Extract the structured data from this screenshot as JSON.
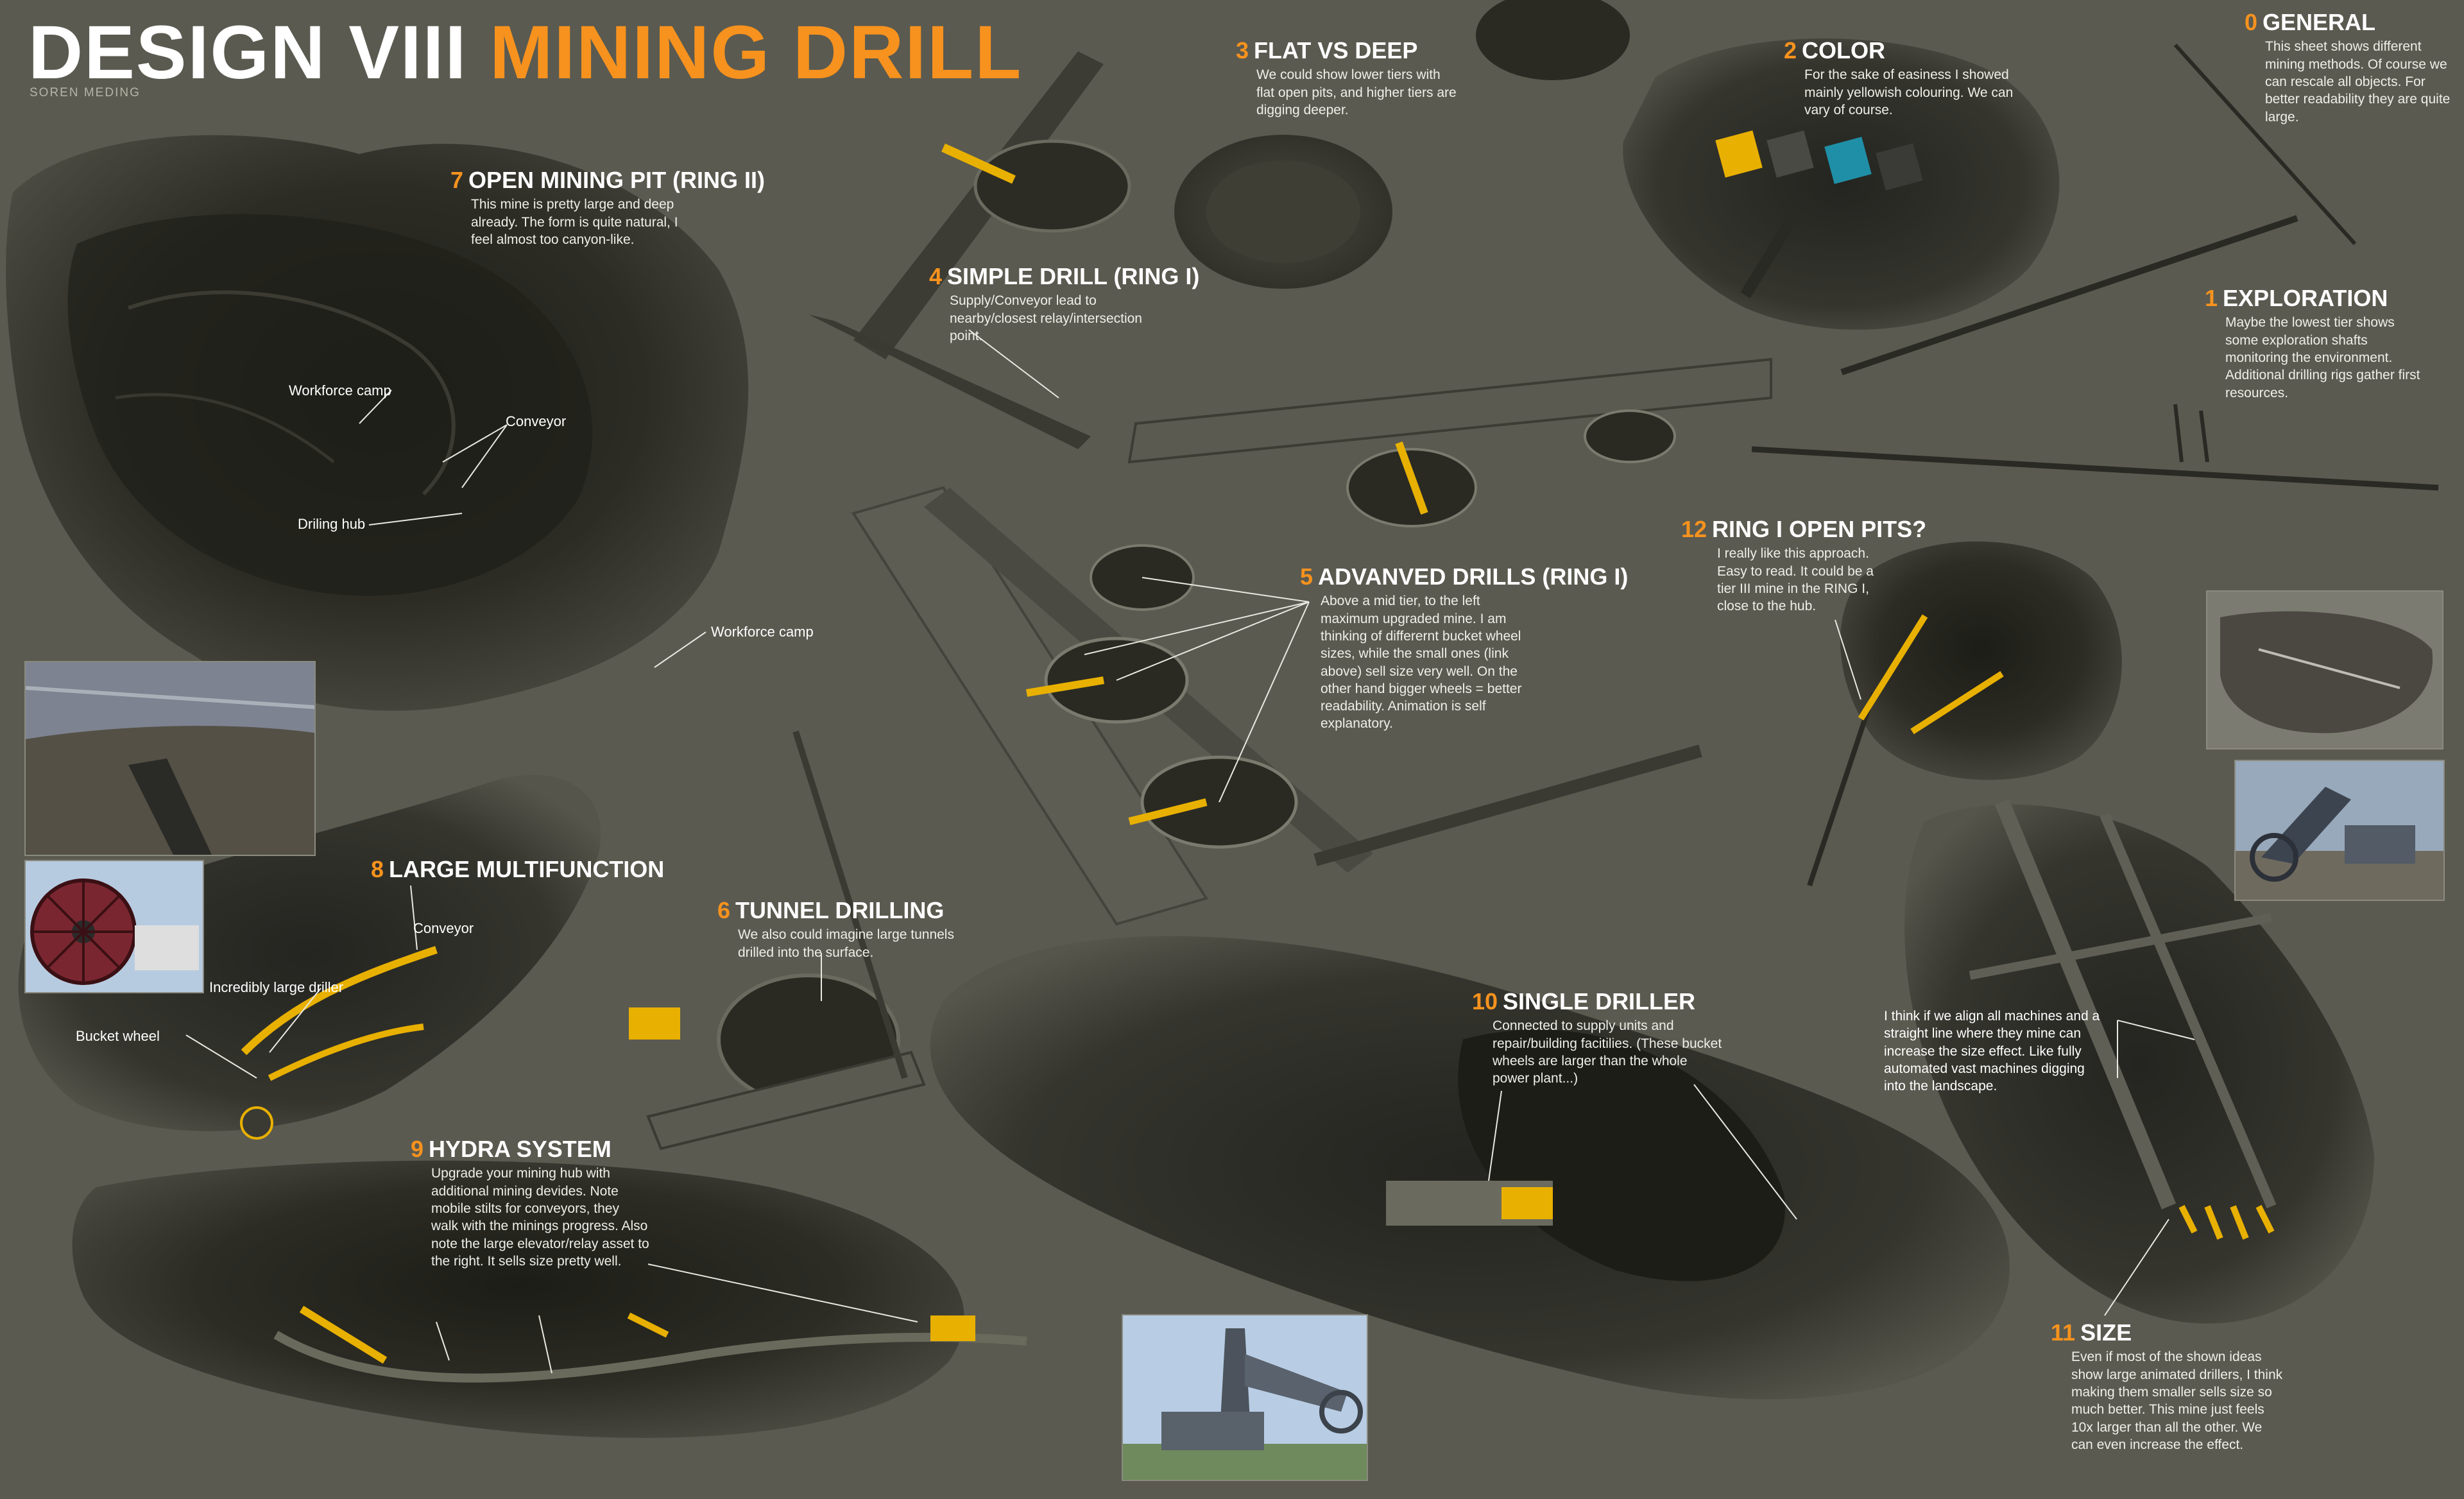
{
  "header": {
    "title_white": "DESIGN VIII",
    "title_orange": "MINING DRILL",
    "author": "SOREN MEDING"
  },
  "colors": {
    "background": "#5a5a50",
    "rock_dark": "#26261f",
    "rock_mid": "#3a3a32",
    "rock_light": "#6b6b60",
    "accent_orange": "#f7921e",
    "machine_yellow": "#e8b000",
    "text_white": "#ffffff"
  },
  "sections": [
    {
      "id": "general",
      "number": "0",
      "title": "GENERAL",
      "body": "This sheet shows different mining methods. Of course we can rescale all objects. For better readability they are quite large."
    },
    {
      "id": "exploration",
      "number": "1",
      "title": "EXPLORATION",
      "body": "Maybe the lowest tier shows some exploration shafts monitoring the environment. Additional drilling rigs gather first resources."
    },
    {
      "id": "color",
      "number": "2",
      "title": "COLOR",
      "body": "For the sake of easiness I showed mainly yellowish colouring. We can vary of course."
    },
    {
      "id": "flat-vs-deep",
      "number": "3",
      "title": "FLAT VS DEEP",
      "body": "We could show lower tiers with flat open pits, and higher tiers are digging deeper."
    },
    {
      "id": "simple-drill",
      "number": "4",
      "title": "SIMPLE DRILL (RING I)",
      "body": "Supply/Conveyor lead to nearby/closest relay/intersection point."
    },
    {
      "id": "advanced-drills",
      "number": "5",
      "title": "ADVANVED DRILLS (RING I)",
      "body": "Above a mid tier, to the left maximum upgraded mine. I am thinking of differernt bucket wheel sizes, while the small ones (link above) sell size very well. On the other hand bigger wheels = better readability. Animation is self explanatory."
    },
    {
      "id": "tunnel-drilling",
      "number": "6",
      "title": "TUNNEL DRILLING",
      "body": "We also could imagine large tunnels drilled into the surface."
    },
    {
      "id": "open-mining-pit",
      "number": "7",
      "title": "OPEN MINING PIT (RING II)",
      "body": "This mine is pretty large and deep already. The form is quite natural, I feel almost too canyon-like."
    },
    {
      "id": "large-multifunction",
      "number": "8",
      "title": "LARGE MULTIFUNCTION",
      "body": ""
    },
    {
      "id": "hydra-system",
      "number": "9",
      "title": "HYDRA SYSTEM",
      "body": "Upgrade your mining hub with additional mining devides. Note mobile stilts for conveyors, they walk with the minings progress. Also note the large elevator/relay asset to the right. It sells size pretty well."
    },
    {
      "id": "single-driller",
      "number": "10",
      "title": "SINGLE DRILLER",
      "body": "Connected to supply units and repair/building facitilies. (These bucket wheels are larger than the whole power plant...)"
    },
    {
      "id": "size",
      "number": "11",
      "title": "SIZE",
      "body": "Even if most of the shown ideas show large animated drillers, I think making them smaller sells size so much better. This mine just feels 10x larger than all the other. We can even increase the effect."
    },
    {
      "id": "ring-i-open-pits",
      "number": "12",
      "title": "RING I OPEN PITS?",
      "body": "I really like this approach. Easy to read. It could be a tier III mine in the RING I, close to the hub."
    }
  ],
  "labels": {
    "workforce_camp_1": "Workforce camp",
    "conveyor_1": "Conveyor",
    "drilling_hub": "Driling hub",
    "workforce_camp_2": "Workforce camp",
    "conveyor_2": "Conveyor",
    "incredibly_large_driller": "Incredibly large driller",
    "bucket_wheel": "Bucket wheel",
    "align_note": "I think if we align all machines and a straight line where they mine can increase the size effect. Like fully automated vast machines digging into the landscape."
  }
}
